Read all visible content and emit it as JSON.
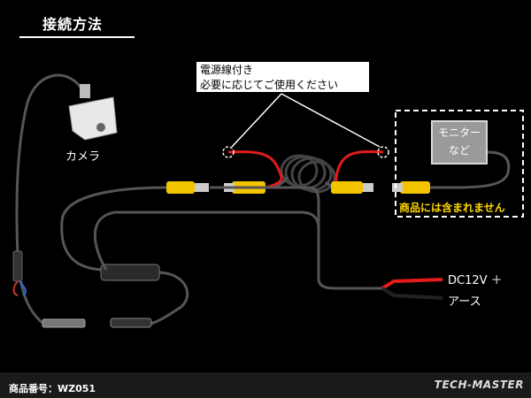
{
  "title": "接続方法",
  "callout": {
    "line1": "電源線付き",
    "line2": "必要に応じてご使用ください"
  },
  "labels": {
    "camera": "カメラ",
    "monitor_line1": "モニター",
    "monitor_line2": "など",
    "not_included": "商品には含まれません",
    "dc12v": "DC12V ＋",
    "ground": "アース"
  },
  "footer": {
    "product_number": "商品番号：WZ051",
    "brand": "TECH-MASTER"
  },
  "colors": {
    "rca_yellow": "#f2c400",
    "power_red": "#e31b1b",
    "cable_gray": "#555555",
    "note_yellow": "#ffd800"
  }
}
